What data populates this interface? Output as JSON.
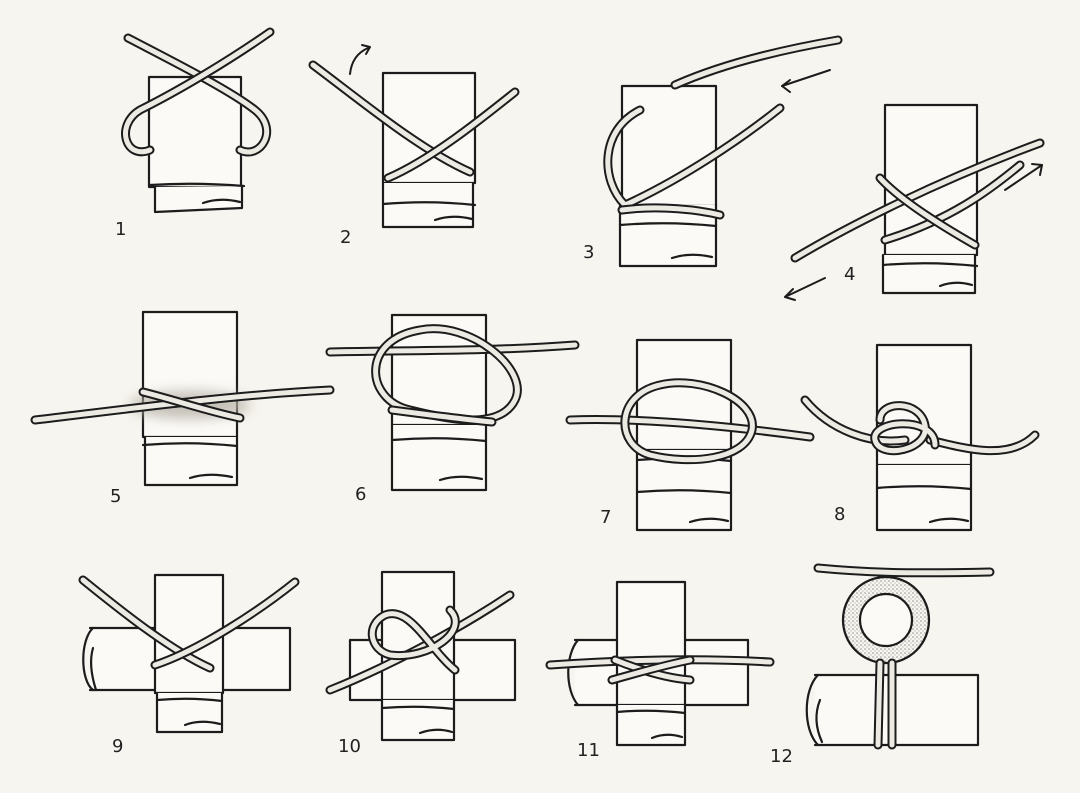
{
  "diagram": {
    "colors": {
      "paper": "#f7f5ef",
      "ink": "#1c1c1c",
      "rope": "#eceae3",
      "shade": "#b9b4aa"
    },
    "steps": [
      {
        "label": "1"
      },
      {
        "label": "2"
      },
      {
        "label": "3"
      },
      {
        "label": "4"
      },
      {
        "label": "5"
      },
      {
        "label": "6"
      },
      {
        "label": "7"
      },
      {
        "label": "8"
      },
      {
        "label": "9"
      },
      {
        "label": "10"
      },
      {
        "label": "11"
      },
      {
        "label": "12"
      }
    ]
  }
}
